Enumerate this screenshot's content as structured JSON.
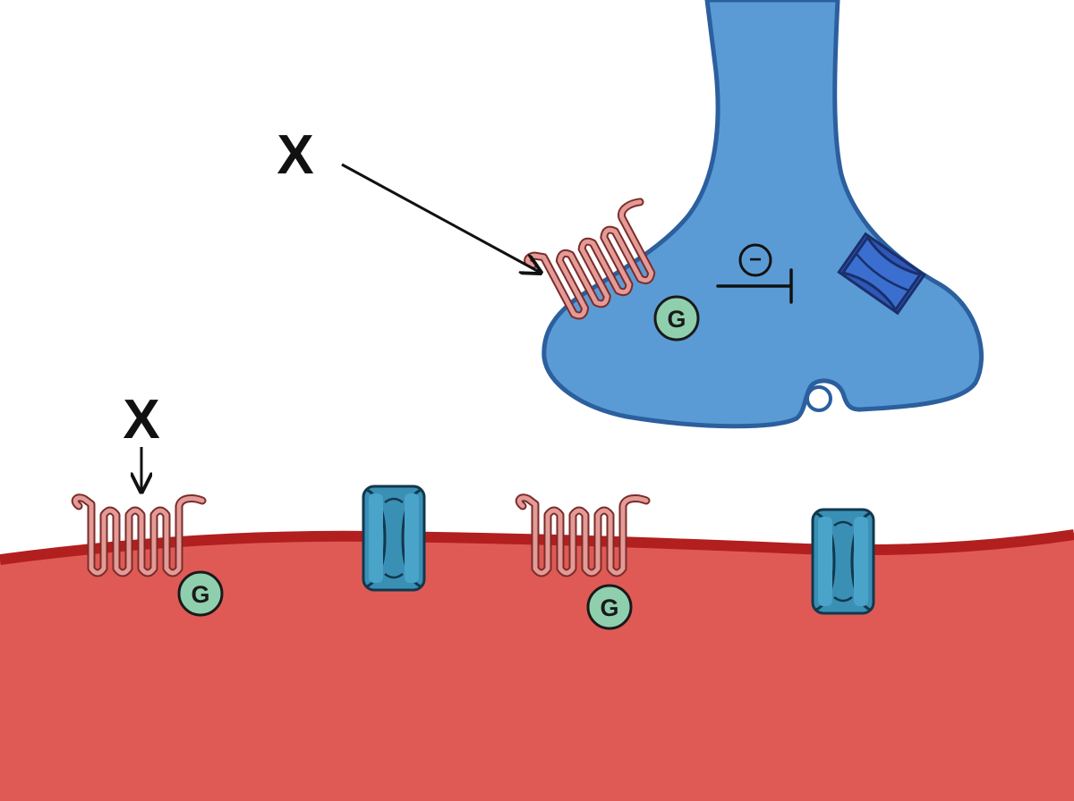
{
  "labels": {
    "x_top": "X",
    "x_bottom": "X",
    "g_protein": "G",
    "inhibition_sign": "−"
  },
  "colors": {
    "presynaptic_fill": "#5b9bd5",
    "presynaptic_outline": "#2b5f9e",
    "postsynaptic_fill": "#e05a55",
    "postsynaptic_membrane": "#b21f1f",
    "receptor_stroke": "#b9534e",
    "g_protein_fill": "#8fcfae",
    "channel_post_fill": "#4aa3c8",
    "channel_pre_fill": "#3a6fd0",
    "arrow": "#111111"
  },
  "icons": {
    "receptor": "gpcr-serpentine-receptor-icon",
    "g_protein": "g-protein-circle-icon",
    "ion_channel": "ion-channel-icon",
    "inhibition": "inhibition-tbar-icon",
    "pointer": "arrow-icon"
  }
}
